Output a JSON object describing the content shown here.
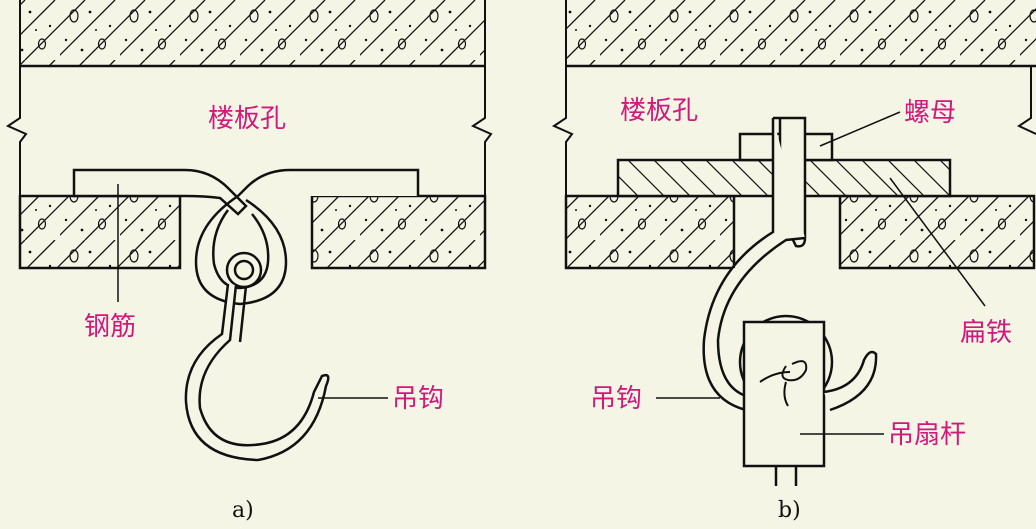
{
  "figure_a": {
    "slab_hole_label": "楼板孔",
    "rebar_label": "钢筋",
    "hook_label": "吊钩",
    "caption": "a)"
  },
  "figure_b": {
    "slab_hole_label": "楼板孔",
    "nut_label": "螺母",
    "flat_iron_label": "扁铁",
    "hook_label": "吊钩",
    "fan_rod_label": "吊扇杆",
    "caption": "b)"
  },
  "colors": {
    "label": "#d0197b",
    "line": "#111111",
    "background": "#f5f5e6"
  }
}
